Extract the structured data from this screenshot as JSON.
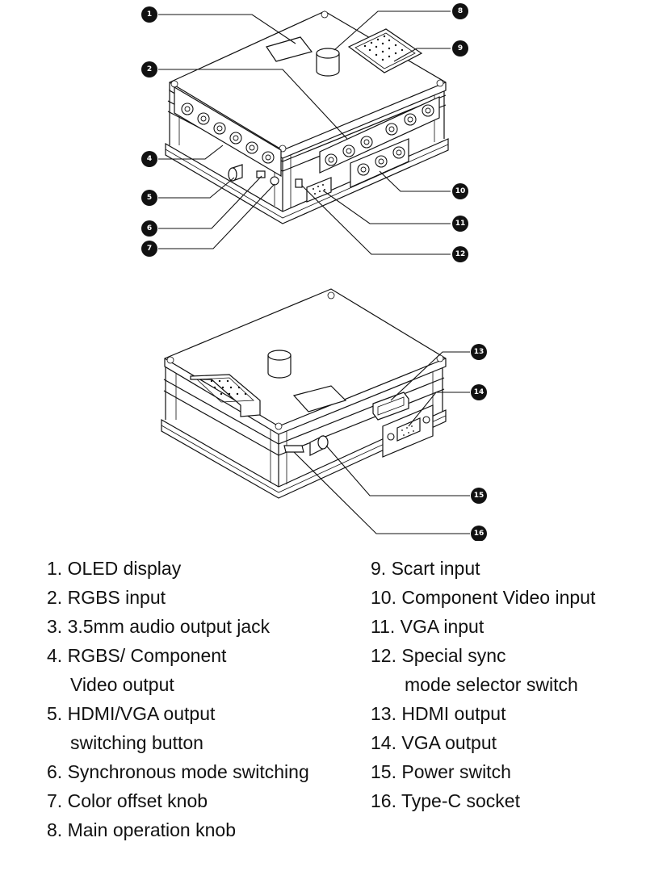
{
  "callouts": [
    "1",
    "2",
    "4",
    "5",
    "6",
    "7",
    "8",
    "9",
    "10",
    "11",
    "12",
    "13",
    "14",
    "15",
    "16"
  ],
  "legend": {
    "left": [
      {
        "num": "1.",
        "text": "OLED display",
        "cont": ""
      },
      {
        "num": "2.",
        "text": "RGBS input",
        "cont": ""
      },
      {
        "num": "3.",
        "text": "3.5mm audio output jack",
        "cont": ""
      },
      {
        "num": "4.",
        "text": "RGBS/ Component",
        "cont": "Video output"
      },
      {
        "num": "5.",
        "text": "HDMI/VGA output",
        "cont": "switching button"
      },
      {
        "num": "6.",
        "text": "Synchronous mode switching",
        "cont": ""
      },
      {
        "num": "7.",
        "text": "Color offset knob",
        "cont": ""
      },
      {
        "num": "8.",
        "text": "Main operation knob",
        "cont": ""
      }
    ],
    "right": [
      {
        "num": "9.",
        "text": "Scart input",
        "cont": ""
      },
      {
        "num": "10.",
        "text": "Component Video input",
        "cont": ""
      },
      {
        "num": "11.",
        "text": "VGA input",
        "cont": ""
      },
      {
        "num": "12.",
        "text": "Special sync",
        "cont": "mode selector switch"
      },
      {
        "num": "13.",
        "text": "HDMI output",
        "cont": ""
      },
      {
        "num": "14.",
        "text": "VGA output",
        "cont": ""
      },
      {
        "num": "15.",
        "text": "Power switch",
        "cont": ""
      },
      {
        "num": "16.",
        "text": "Type-C socket",
        "cont": ""
      }
    ]
  }
}
